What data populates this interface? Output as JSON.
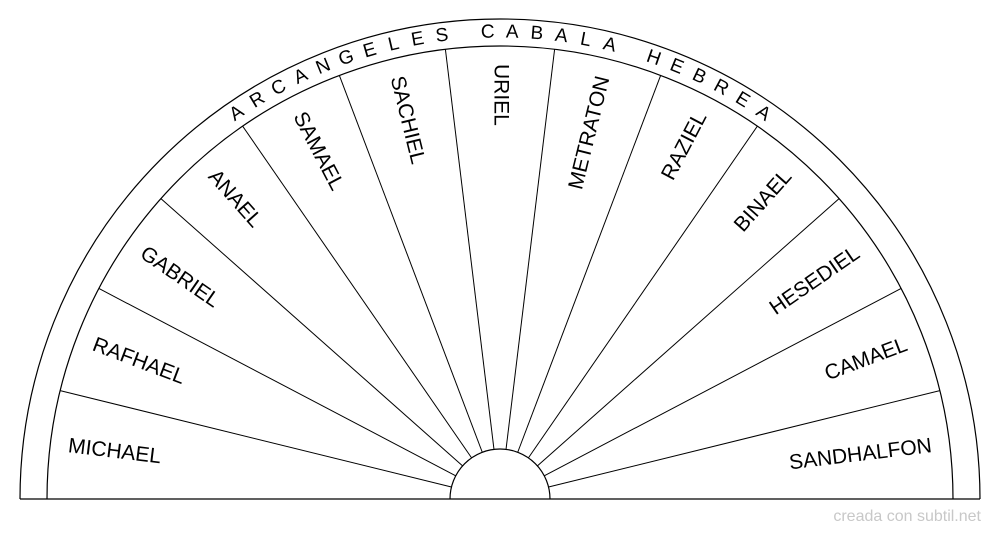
{
  "arc_title": [
    "ARCANGELES",
    "CABALA",
    "HEBREA"
  ],
  "sectors": [
    "MICHAEL",
    "RAFHAEL",
    "GABRIEL",
    "ANAEL",
    "SAMAEL",
    "SACHIEL",
    "URIEL",
    "METRATON",
    "RAZIEL",
    "BINAEL",
    "HESEDIEL",
    "CAMAEL",
    "SANDHALFON"
  ],
  "credit": "creada con subtil.net",
  "colors": {
    "line": "#000000",
    "text": "#000000",
    "credit": "#c8c8c8",
    "background": "#ffffff"
  }
}
